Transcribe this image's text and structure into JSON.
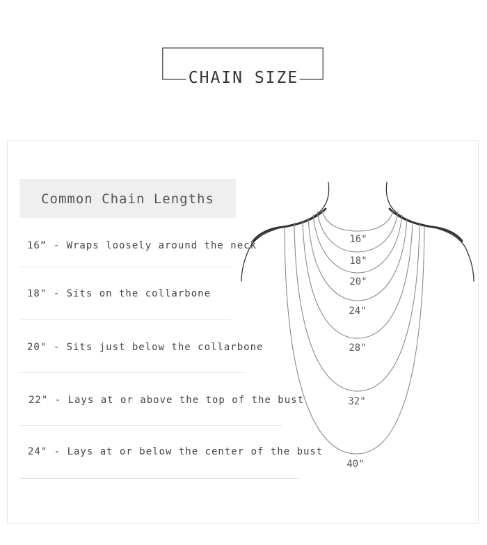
{
  "page": {
    "title": "CHAIN SIZE"
  },
  "lengths_panel": {
    "heading": "Common Chain Lengths",
    "rows": [
      {
        "text": "16“ - Wraps loosely around the neck"
      },
      {
        "text": "18\" - Sits on the collarbone"
      },
      {
        "text": "20\" - Sits just below the collarbone"
      },
      {
        "text": "22\" - Lays at or above the top of the bust"
      },
      {
        "text": "24\" - Lays at or below the center of the bust"
      }
    ]
  },
  "illustration": {
    "labels": [
      "16\"",
      "18\"",
      "20\"",
      "24\"",
      "28\"",
      "32\"",
      "40\""
    ],
    "line_color": "#8a8a8a",
    "outline_color": "#333333"
  }
}
